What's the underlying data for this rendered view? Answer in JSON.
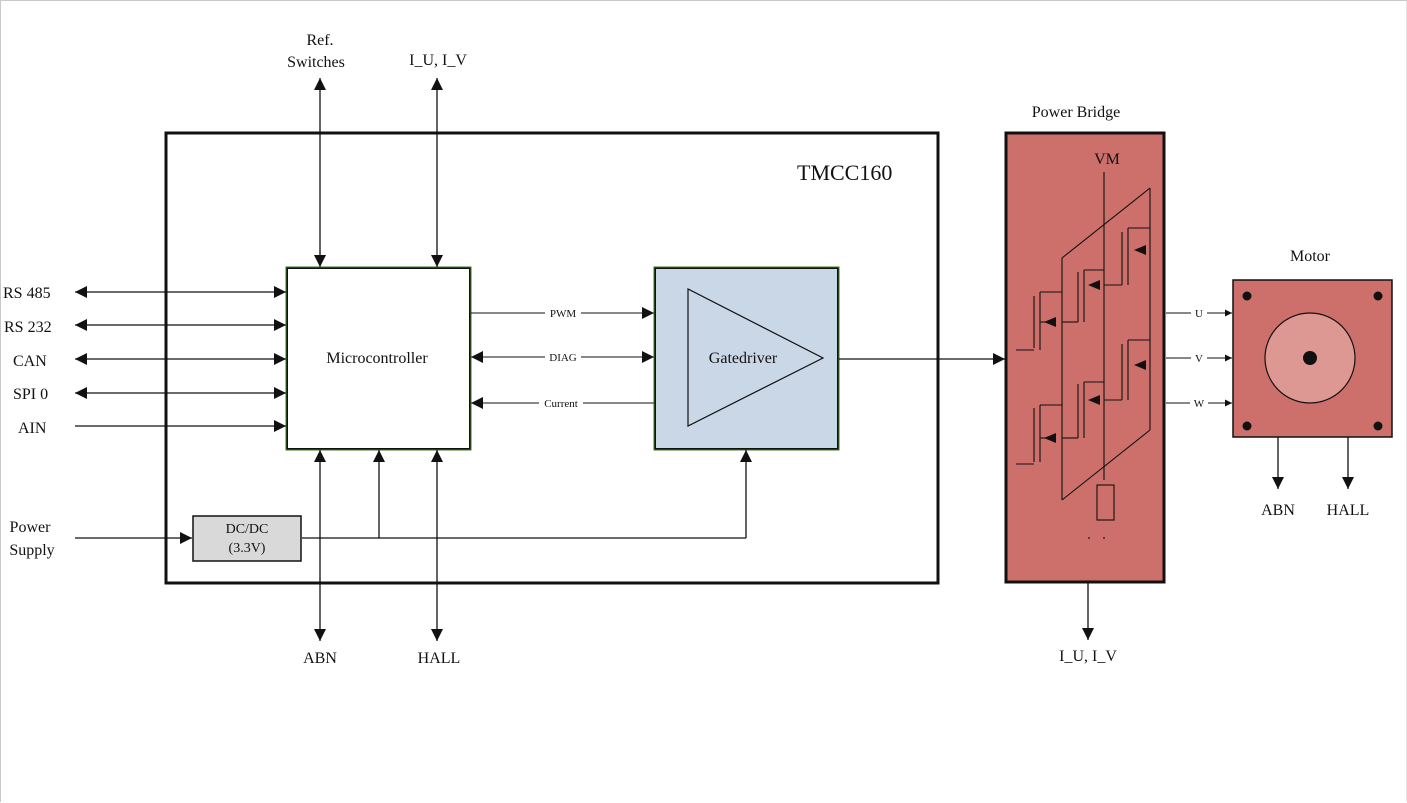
{
  "colors": {
    "bridge_fill": "#cd6f6a",
    "motor_fill": "#cd6f6a",
    "motor_rotor": "#dd9894",
    "gatedriver_fill": "#c9d7e6",
    "dcdc_fill": "#d9d9d9",
    "block_border": "#3d7a22"
  },
  "labels": {
    "ref_switches_line1": "Ref.",
    "ref_switches_line2": "Switches",
    "iu_iv_top": "I_U, I_V",
    "tmcc": "TMCC160",
    "power_bridge": "Power Bridge",
    "vm": "VM",
    "motor": "Motor",
    "rs485": "RS 485",
    "rs232": "RS 232",
    "can": "CAN",
    "spi0": "SPI 0",
    "ain": "AIN",
    "power_supply_line1": "Power",
    "power_supply_line2": "Supply",
    "dcdc_line1": "DC/DC",
    "dcdc_line2": "(3.3V)",
    "microcontroller": "Microcontroller",
    "gatedriver": "Gatedriver",
    "pwm": "PWM",
    "diag": "DIAG",
    "current": "Current",
    "abn_bottom": "ABN",
    "hall_bottom": "HALL",
    "iu_iv_bottom": "I_U, I_V",
    "u": "U",
    "v": "V",
    "w": "W",
    "abn_motor": "ABN",
    "hall_motor": "HALL"
  }
}
